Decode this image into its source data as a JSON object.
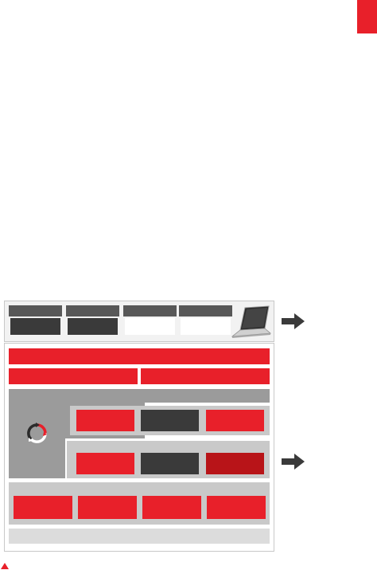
{
  "colors": {
    "accent_red": "#e8202a",
    "dark_red": "#b81418",
    "dark_grey": "#3a3a3a",
    "mid_grey": "#9b9b9b",
    "light_grey": "#c9c9c9",
    "arrow": "#3a3a3a"
  },
  "icons": {
    "corner_tab": "red-corner-tab",
    "device": "laptop-icon",
    "cycle": "cycle-arrows-icon",
    "arrow_right": "arrow-right-icon",
    "footer_mark": "triangle-up-icon"
  },
  "top_panel": {
    "blocks": [
      {
        "header_color": "#585858",
        "field_color": "#3a3a3a"
      },
      {
        "header_color": "#585858",
        "field_color": "#3a3a3a"
      },
      {
        "header_color": "#585858",
        "field_color": "#ffffff"
      },
      {
        "header_color": "#585858",
        "field_color": "#ffffff"
      }
    ]
  },
  "main_panel": {
    "row1_blocks": [
      "red",
      "dark",
      "red"
    ],
    "row2_blocks": [
      "red",
      "dark",
      "dark-red"
    ],
    "bottom_blocks": [
      "red",
      "red",
      "red",
      "red"
    ]
  }
}
